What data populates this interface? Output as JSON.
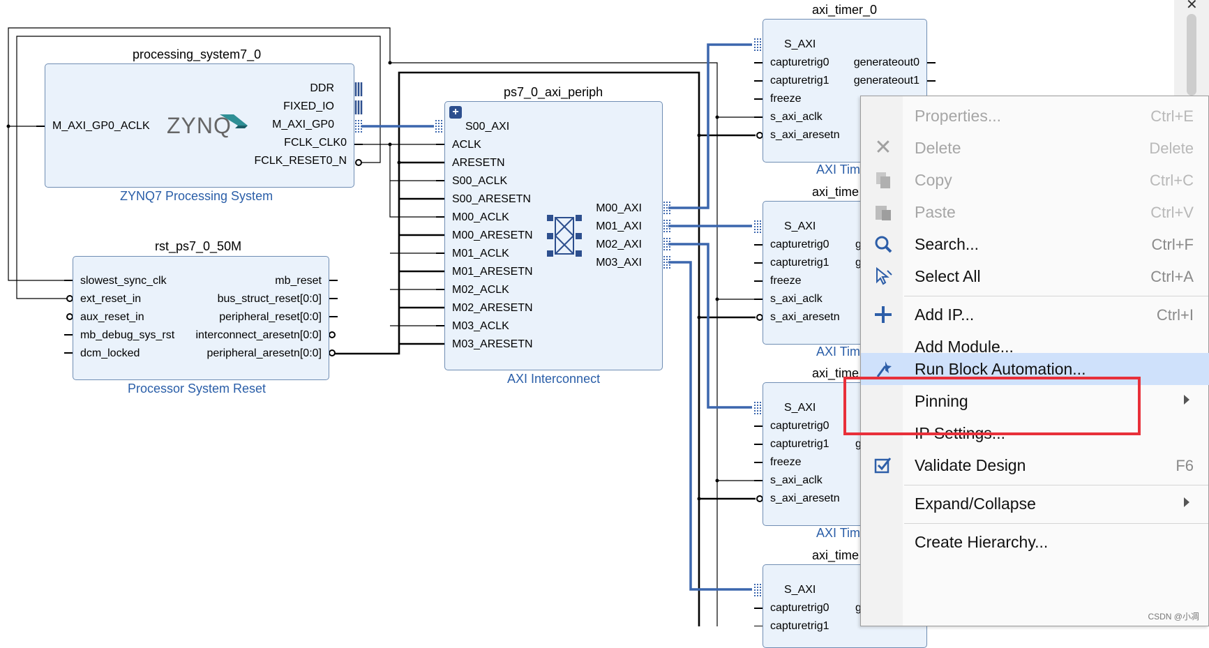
{
  "diagram": {
    "processing_system": {
      "title": "processing_system7_0",
      "subtitle": "ZYNQ7 Processing System",
      "logo": "ZYNQ",
      "left_ports": [
        "M_AXI_GP0_ACLK"
      ],
      "right_ports": [
        "DDR",
        "FIXED_IO",
        "M_AXI_GP0",
        "FCLK_CLK0",
        "FCLK_RESET0_N"
      ]
    },
    "reset_block": {
      "title": "rst_ps7_0_50M",
      "subtitle": "Processor System Reset",
      "left_ports": [
        "slowest_sync_clk",
        "ext_reset_in",
        "aux_reset_in",
        "mb_debug_sys_rst",
        "dcm_locked"
      ],
      "right_ports": [
        "mb_reset",
        "bus_struct_reset[0:0]",
        "peripheral_reset[0:0]",
        "interconnect_aresetn[0:0]",
        "peripheral_aresetn[0:0]"
      ]
    },
    "interconnect": {
      "title": "ps7_0_axi_periph",
      "subtitle": "AXI Interconnect",
      "left_ports": [
        "S00_AXI",
        "ACLK",
        "ARESETN",
        "S00_ACLK",
        "S00_ARESETN",
        "M00_ACLK",
        "M00_ARESETN",
        "M01_ACLK",
        "M01_ARESETN",
        "M02_ACLK",
        "M02_ARESETN",
        "M03_ACLK",
        "M03_ARESETN"
      ],
      "right_ports": [
        "M00_AXI",
        "M01_AXI",
        "M02_AXI",
        "M03_AXI"
      ]
    },
    "timers": [
      {
        "title": "axi_timer_0",
        "subtitle": "AXI Tim",
        "left_ports": [
          "S_AXI",
          "capturetrig0",
          "capturetrig1",
          "freeze",
          "s_axi_aclk",
          "s_axi_aresetn"
        ],
        "right_ports": [
          "generateout0",
          "generateout1"
        ]
      },
      {
        "title": "axi_time",
        "subtitle": "AXI Tim",
        "left_ports": [
          "S_AXI",
          "capturetrig0",
          "capturetrig1",
          "freeze",
          "s_axi_aclk",
          "s_axi_aresetn"
        ],
        "right_ports": [
          "g",
          "g"
        ]
      },
      {
        "title": "axi_time",
        "subtitle": "AXI Tim",
        "left_ports": [
          "S_AXI",
          "capturetrig0",
          "capturetrig1",
          "freeze",
          "s_axi_aclk",
          "s_axi_aresetn"
        ],
        "right_ports": [
          "g"
        ]
      },
      {
        "title": "axi_time",
        "left_ports": [
          "S_AXI",
          "capturetrig0",
          "capturetrig1"
        ],
        "right_ports": [
          "g"
        ]
      }
    ]
  },
  "context_menu": {
    "items": [
      {
        "label": "Properties...",
        "shortcut": "Ctrl+E",
        "disabled": true,
        "icon": "none"
      },
      {
        "label": "Delete",
        "shortcut": "Delete",
        "disabled": true,
        "icon": "close-icon"
      },
      {
        "label": "Copy",
        "shortcut": "Ctrl+C",
        "disabled": true,
        "icon": "copy-icon"
      },
      {
        "label": "Paste",
        "shortcut": "Ctrl+V",
        "disabled": true,
        "icon": "paste-icon"
      },
      {
        "label": "Search...",
        "shortcut": "Ctrl+F",
        "disabled": false,
        "icon": "search-icon"
      },
      {
        "label": "Select All",
        "shortcut": "Ctrl+A",
        "disabled": false,
        "icon": "select-all-icon"
      },
      {
        "label": "Add IP...",
        "shortcut": "Ctrl+I",
        "disabled": false,
        "icon": "plus-icon"
      },
      {
        "label": "Add Module...",
        "shortcut": "",
        "disabled": false,
        "icon": "none"
      },
      {
        "label": "Run Block Automation...",
        "shortcut": "",
        "disabled": false,
        "icon": "magic-wand-icon",
        "highlighted": true
      },
      {
        "label": "Pinning",
        "shortcut": "",
        "disabled": false,
        "icon": "none",
        "submenu": true
      },
      {
        "label": "IP Settings...",
        "shortcut": "",
        "disabled": false,
        "icon": "none"
      },
      {
        "label": "Validate Design",
        "shortcut": "F6",
        "disabled": false,
        "icon": "checkbox-icon"
      },
      {
        "label": "Expand/Collapse",
        "shortcut": "",
        "disabled": false,
        "icon": "none",
        "submenu": true
      },
      {
        "label": "Create Hierarchy...",
        "shortcut": "",
        "disabled": false,
        "icon": "none"
      }
    ]
  },
  "watermark": "CSDN @小凋",
  "colors": {
    "block_fill": "#eaf2fb",
    "block_border": "#6f8db3",
    "bus": "#3b66ad",
    "highlight": "#cfe1fb",
    "annotation_red": "#e8303a"
  }
}
